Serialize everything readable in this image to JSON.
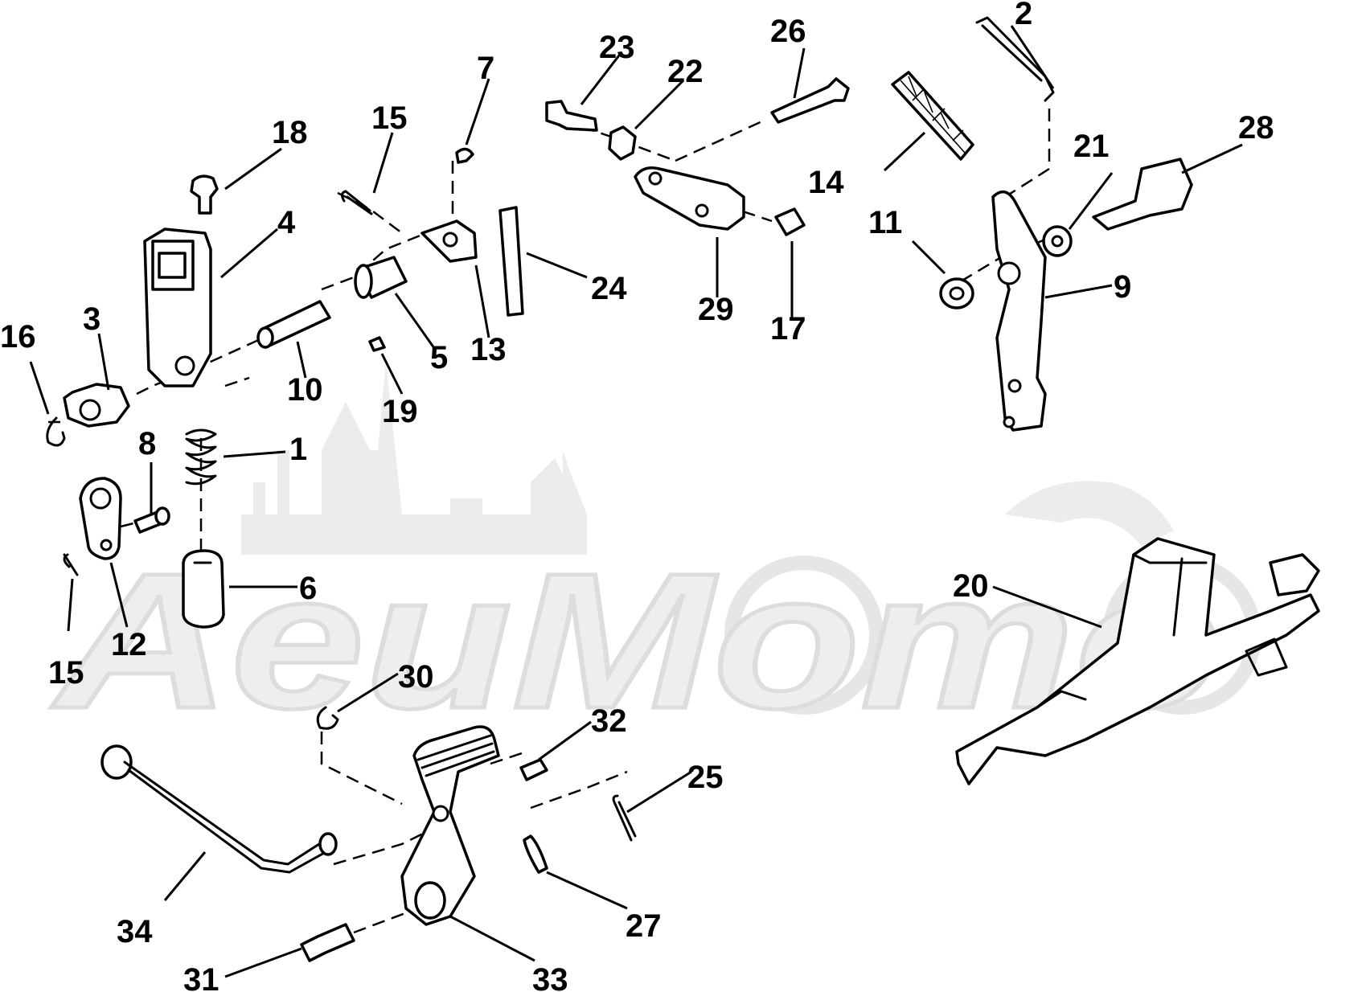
{
  "watermark": {
    "text": "AeuMomo"
  },
  "callouts": {
    "p1": "1",
    "p2": "2",
    "p3": "3",
    "p4": "4",
    "p5": "5",
    "p6": "6",
    "p7": "7",
    "p8": "8",
    "p9": "9",
    "p10": "10",
    "p11": "11",
    "p12": "12",
    "p13": "13",
    "p14": "14",
    "p15a": "15",
    "p15b": "15",
    "p16": "16",
    "p17": "17",
    "p18": "18",
    "p19": "19",
    "p20": "20",
    "p21": "21",
    "p22": "22",
    "p23": "23",
    "p24": "24",
    "p25": "25",
    "p26": "26",
    "p27": "27",
    "p28": "28",
    "p29": "29",
    "p30": "30",
    "p31": "31",
    "p32": "32",
    "p33": "33",
    "p34": "34"
  }
}
